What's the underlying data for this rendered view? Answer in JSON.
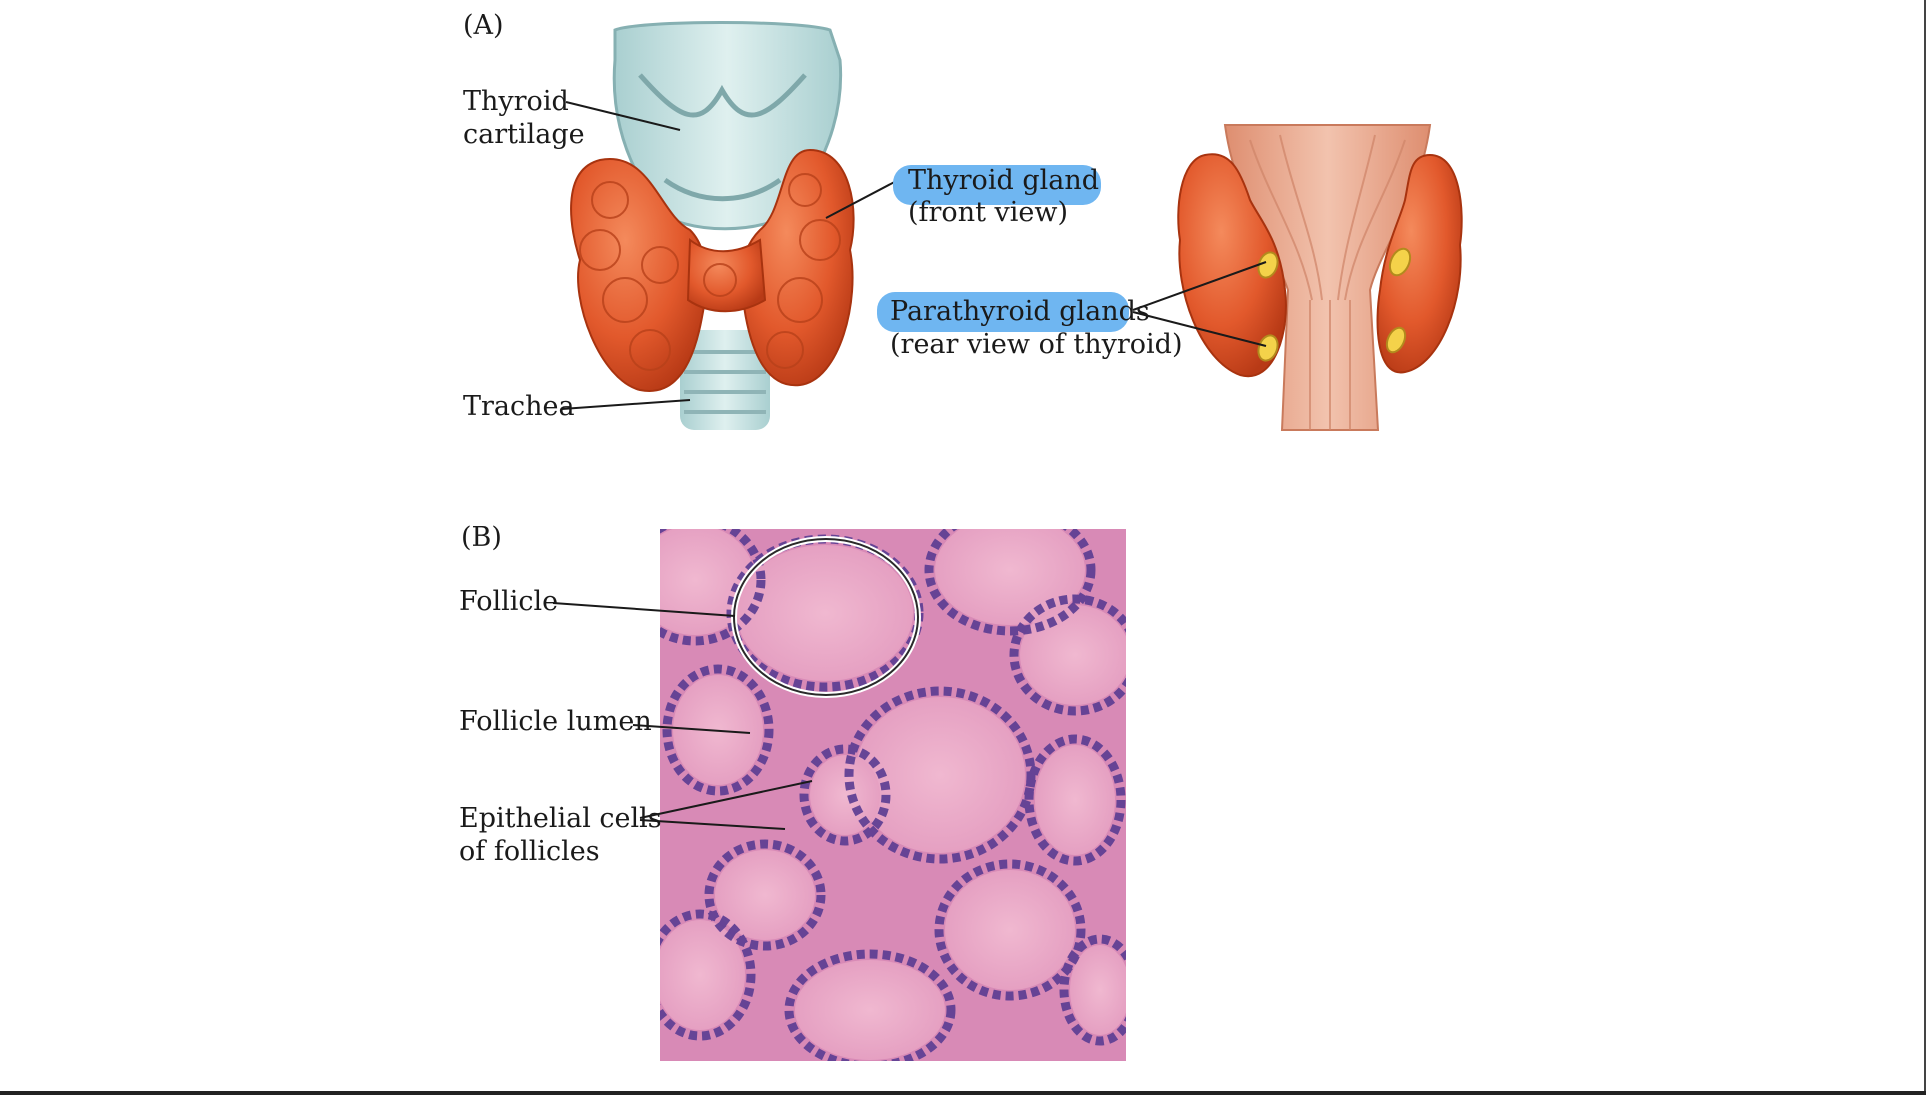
{
  "panel_a": {
    "tag": "(A)",
    "thyroid_cartilage": [
      "Thyroid",
      "cartilage"
    ],
    "trachea": "Trachea",
    "thyroid_gland": "Thyroid gland",
    "thyroid_gland_sub": "(front view)",
    "parathyroid": "Parathyroid glands",
    "parathyroid_sub": "(rear view of thyroid)"
  },
  "panel_b": {
    "tag": "(B)",
    "follicle": "Follicle",
    "follicle_lumen": "Follicle lumen",
    "epithelial": [
      "Epithelial cells",
      "of follicles"
    ]
  },
  "colors": {
    "highlight": "#6fb6f1",
    "gland": "#e2592c",
    "cartilage": "#c7e3e3",
    "muscle": "#e7a68c",
    "tissue": "#e2a2c2",
    "nuclei": "#5a3c92",
    "parathyroid": "#f4d24a"
  }
}
